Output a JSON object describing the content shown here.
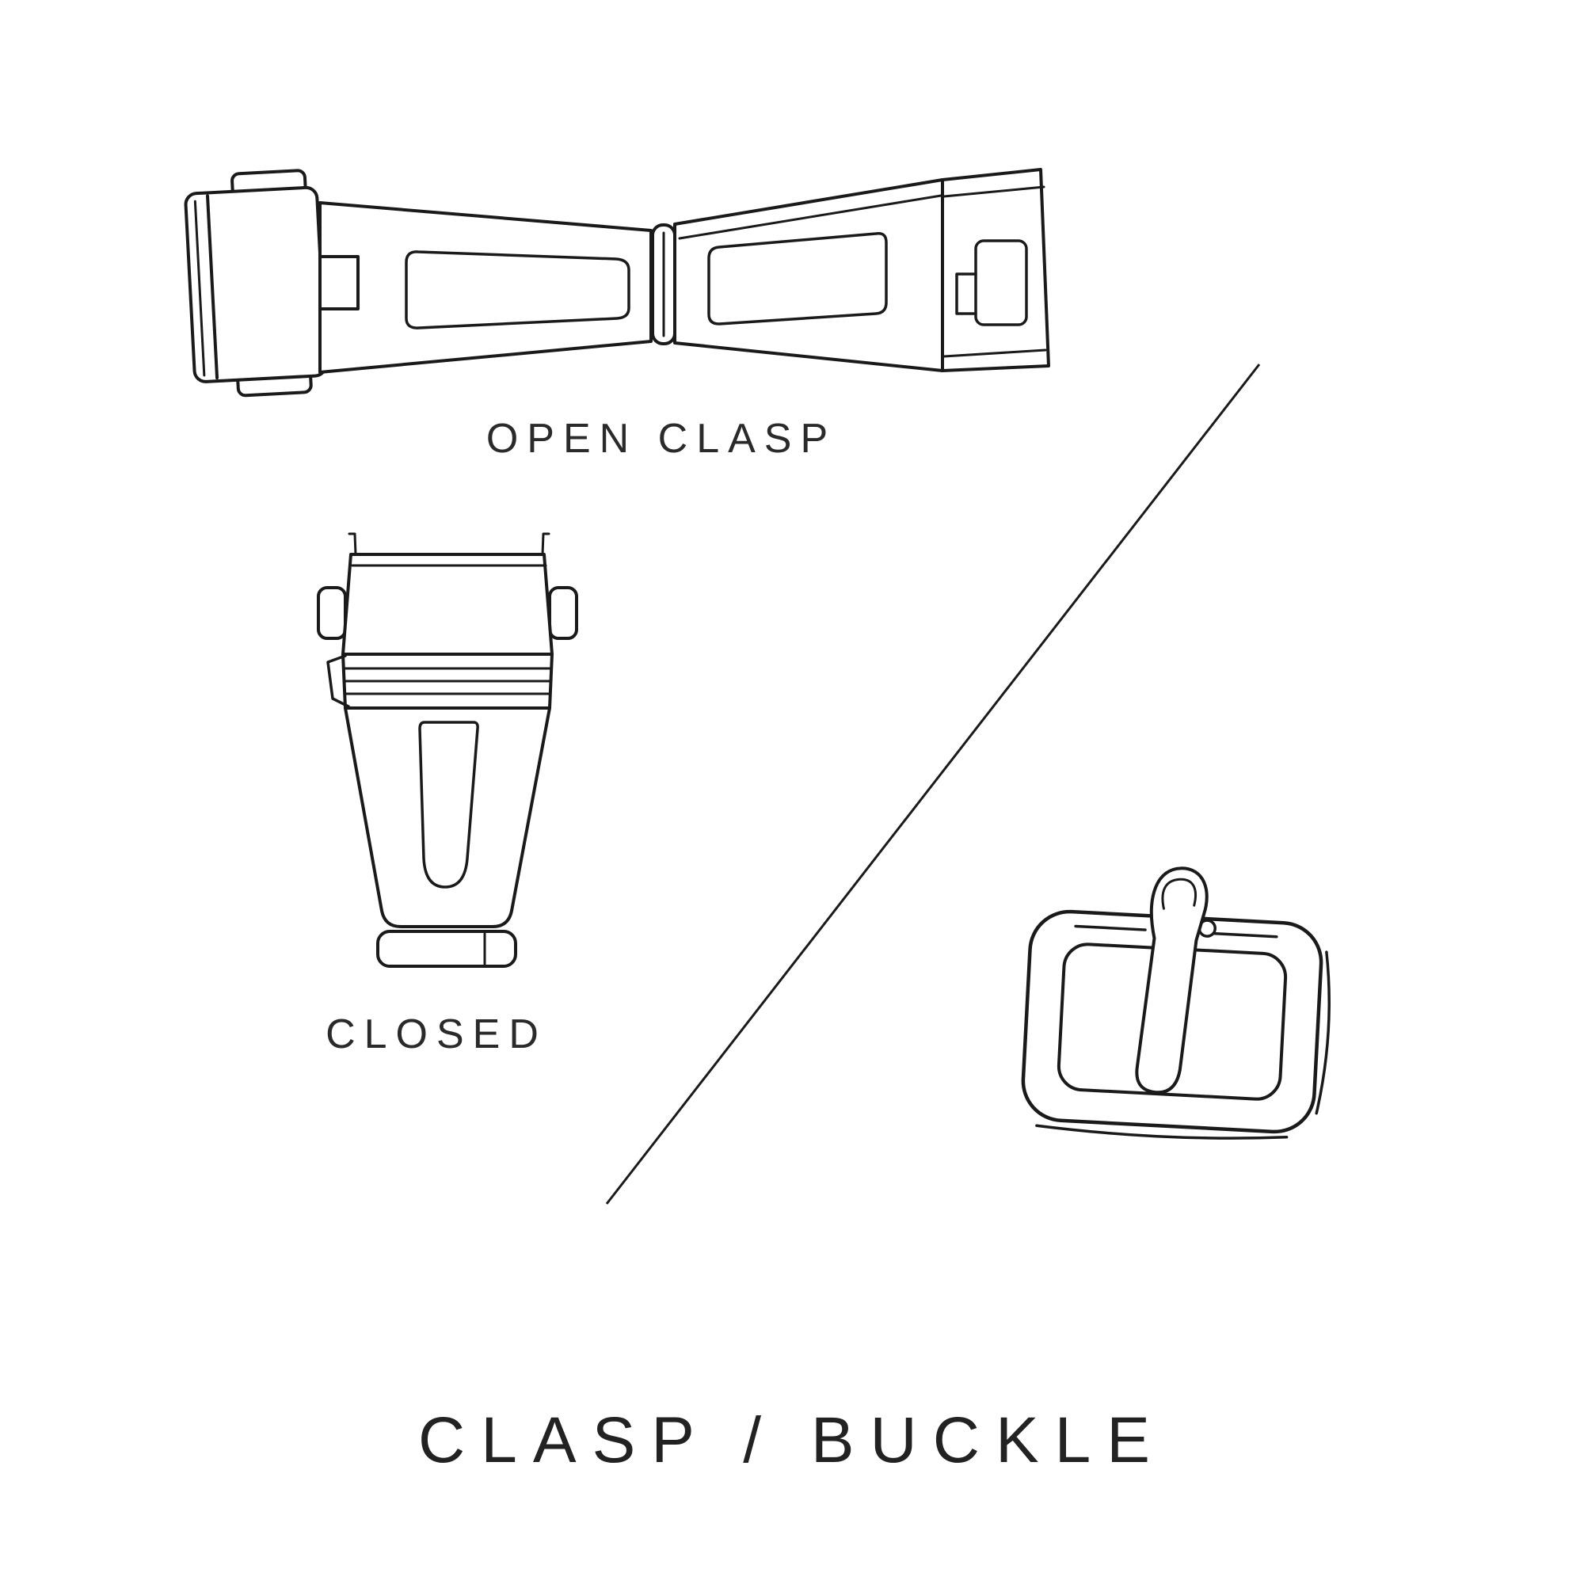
{
  "diagram": {
    "title": "CLASP / BUCKLE",
    "labels": {
      "open_clasp": "OPEN CLASP",
      "closed": "CLOSED"
    },
    "colors": {
      "background": "#ffffff",
      "line": "#1a1a1a",
      "text": "#2a2a2a"
    },
    "illustrations": {
      "top": "open-deployant-clasp",
      "middle_left": "closed-deployant-clasp",
      "bottom_right": "tang-buckle"
    }
  }
}
